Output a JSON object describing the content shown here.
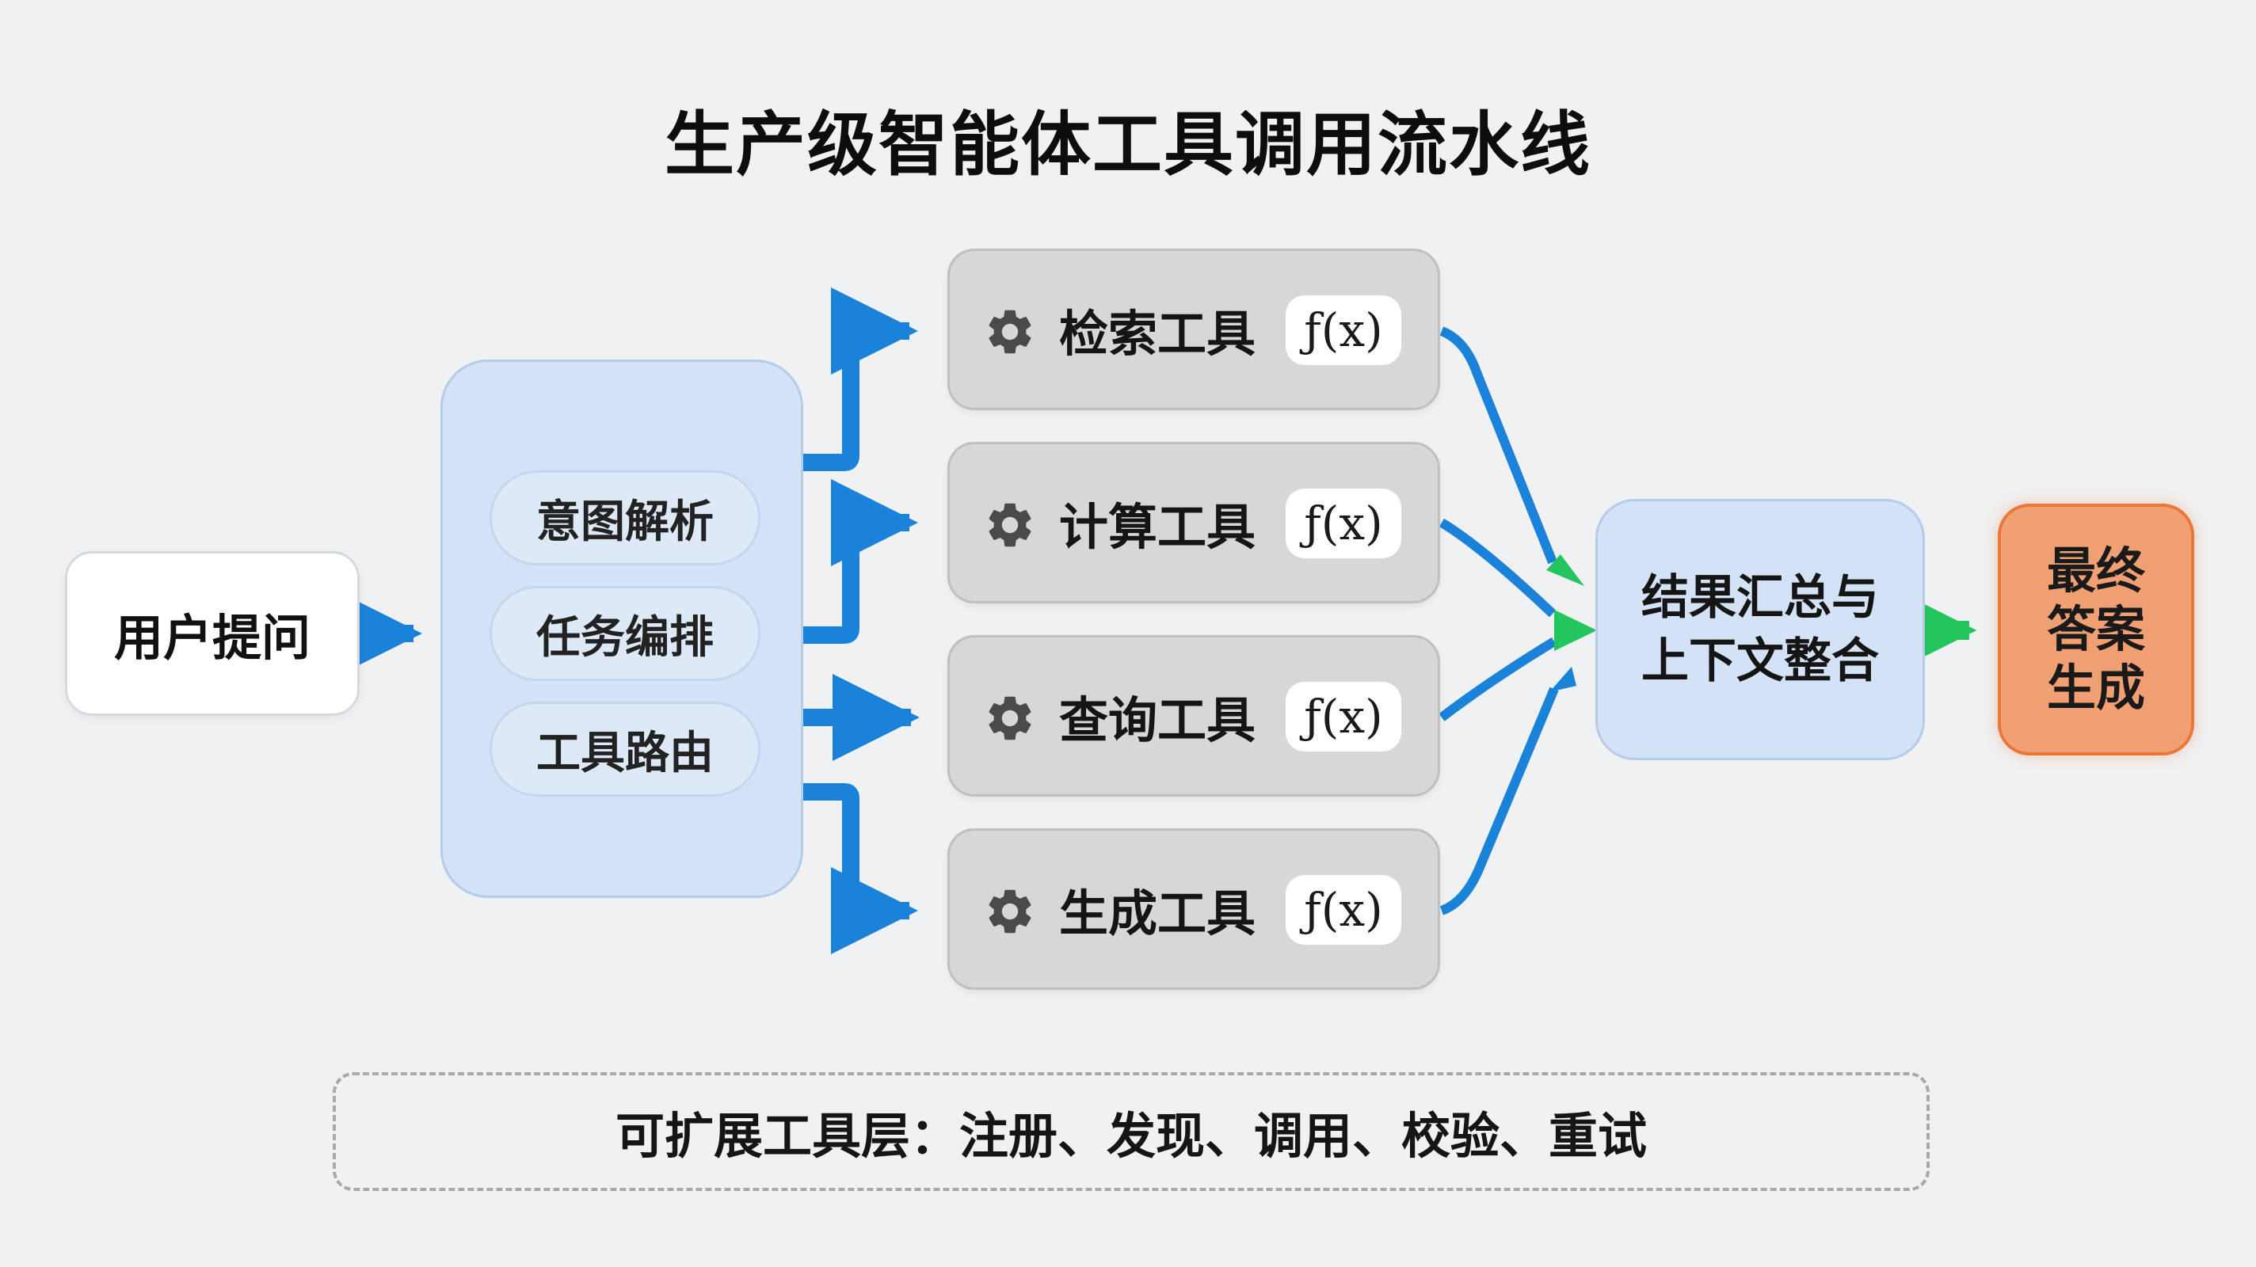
{
  "title": "生产级智能体工具调用流水线",
  "input": {
    "label": "用户提问"
  },
  "router": {
    "steps": [
      "意图解析",
      "任务编排",
      "工具路由"
    ]
  },
  "tools": [
    {
      "label": "检索工具",
      "formula": "ƒ(x)",
      "icon": "gear-icon"
    },
    {
      "label": "计算工具",
      "formula": "ƒ(x)",
      "icon": "gear-icon"
    },
    {
      "label": "查询工具",
      "formula": "ƒ(x)",
      "icon": "gear-icon"
    },
    {
      "label": "生成工具",
      "formula": "ƒ(x)",
      "icon": "gear-icon"
    }
  ],
  "merge": {
    "lines": [
      "结果汇总与",
      "上下文整合"
    ]
  },
  "final": {
    "lines": [
      "最终",
      "答案",
      "生成"
    ]
  },
  "footer": {
    "label": "可扩展工具层：注册、发现、调用、校验、重试"
  },
  "colors": {
    "blue_arrow": "#1a82d8",
    "green_arrow": "#22c55e",
    "router_fill": "#d3e2f5",
    "tool_fill": "#d7d7d8",
    "final_fill": "#f1a073",
    "final_border": "#e8783a"
  }
}
